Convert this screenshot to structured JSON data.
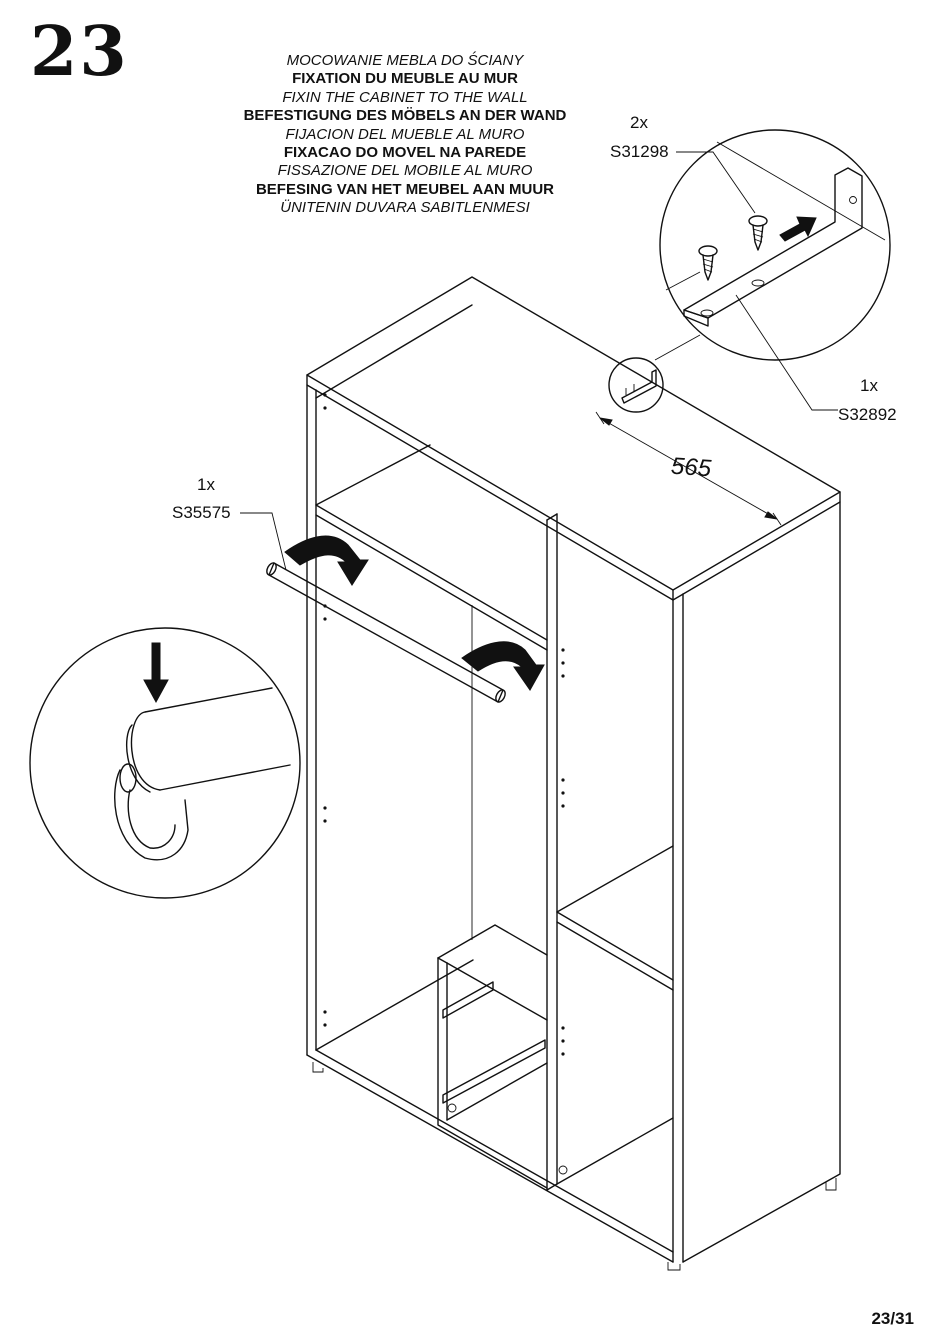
{
  "step": {
    "number": "23"
  },
  "titles": [
    {
      "text": "MOCOWANIE MEBLA DO ŚCIANY",
      "style": "italic"
    },
    {
      "text": "FIXATION DU MEUBLE AU MUR",
      "style": "bold"
    },
    {
      "text": "FIXIN THE CABINET TO THE WALL",
      "style": "italic"
    },
    {
      "text": "BEFESTIGUNG DES MÖBELS AN DER WAND",
      "style": "bold"
    },
    {
      "text": "FIJACION DEL MUEBLE AL MURO",
      "style": "italic"
    },
    {
      "text": "FIXACAO DO MOVEL NA PAREDE",
      "style": "bold"
    },
    {
      "text": "FISSAZIONE DEL MOBILE AL MURO",
      "style": "italic"
    },
    {
      "text": "BEFESING VAN HET MEUBEL AAN MUUR",
      "style": "bold"
    },
    {
      "text": "ÜNITENIN DUVARA SABITLENMESI",
      "style": "italic"
    }
  ],
  "parts": {
    "screw": {
      "qty": "2x",
      "code": "S31298"
    },
    "bracket": {
      "qty": "1x",
      "code": "S32892"
    },
    "rail": {
      "qty": "1x",
      "code": "S35575"
    }
  },
  "dimension": {
    "value": "565"
  },
  "page": {
    "label": "23/31"
  }
}
